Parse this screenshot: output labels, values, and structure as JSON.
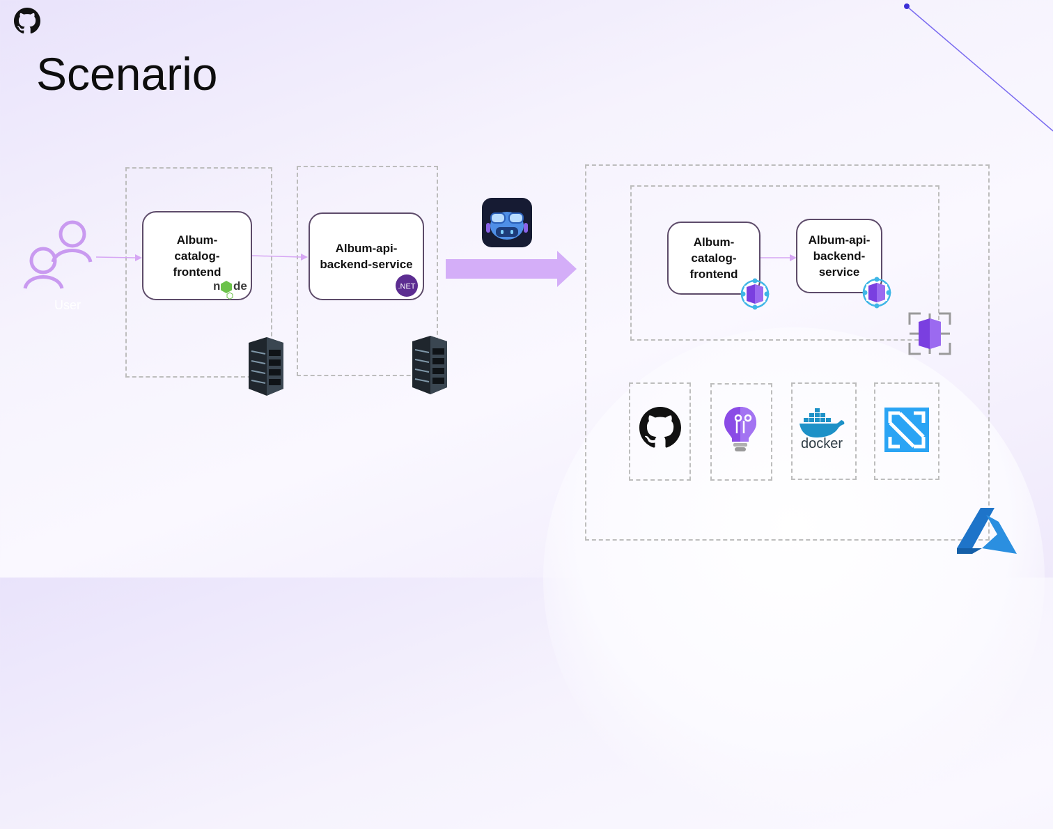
{
  "slide": {
    "title": "Scenario"
  },
  "user": {
    "label": "User"
  },
  "source": {
    "frontend": {
      "label": "Album-\ncatalog-\nfrontend",
      "runtime": "node"
    },
    "backend": {
      "label": "Album-api-\nbackend-service",
      "runtime": ".NET"
    }
  },
  "target": {
    "frontend": {
      "label": "Album-\ncatalog-\nfrontend"
    },
    "backend": {
      "label": "Album-api-\nbackend-\nservice"
    }
  },
  "tools": [
    "github-icon",
    "bulb-icon",
    "docker-icon",
    "kubernetes-icon"
  ],
  "docker_text": "docker",
  "colors": {
    "accent": "#c9a6f5",
    "box_border": "#5d4b6a",
    "dash": "#bdbdbd",
    "container_purple": "#7a3fe0",
    "azure_blue": "#1e74c9"
  }
}
